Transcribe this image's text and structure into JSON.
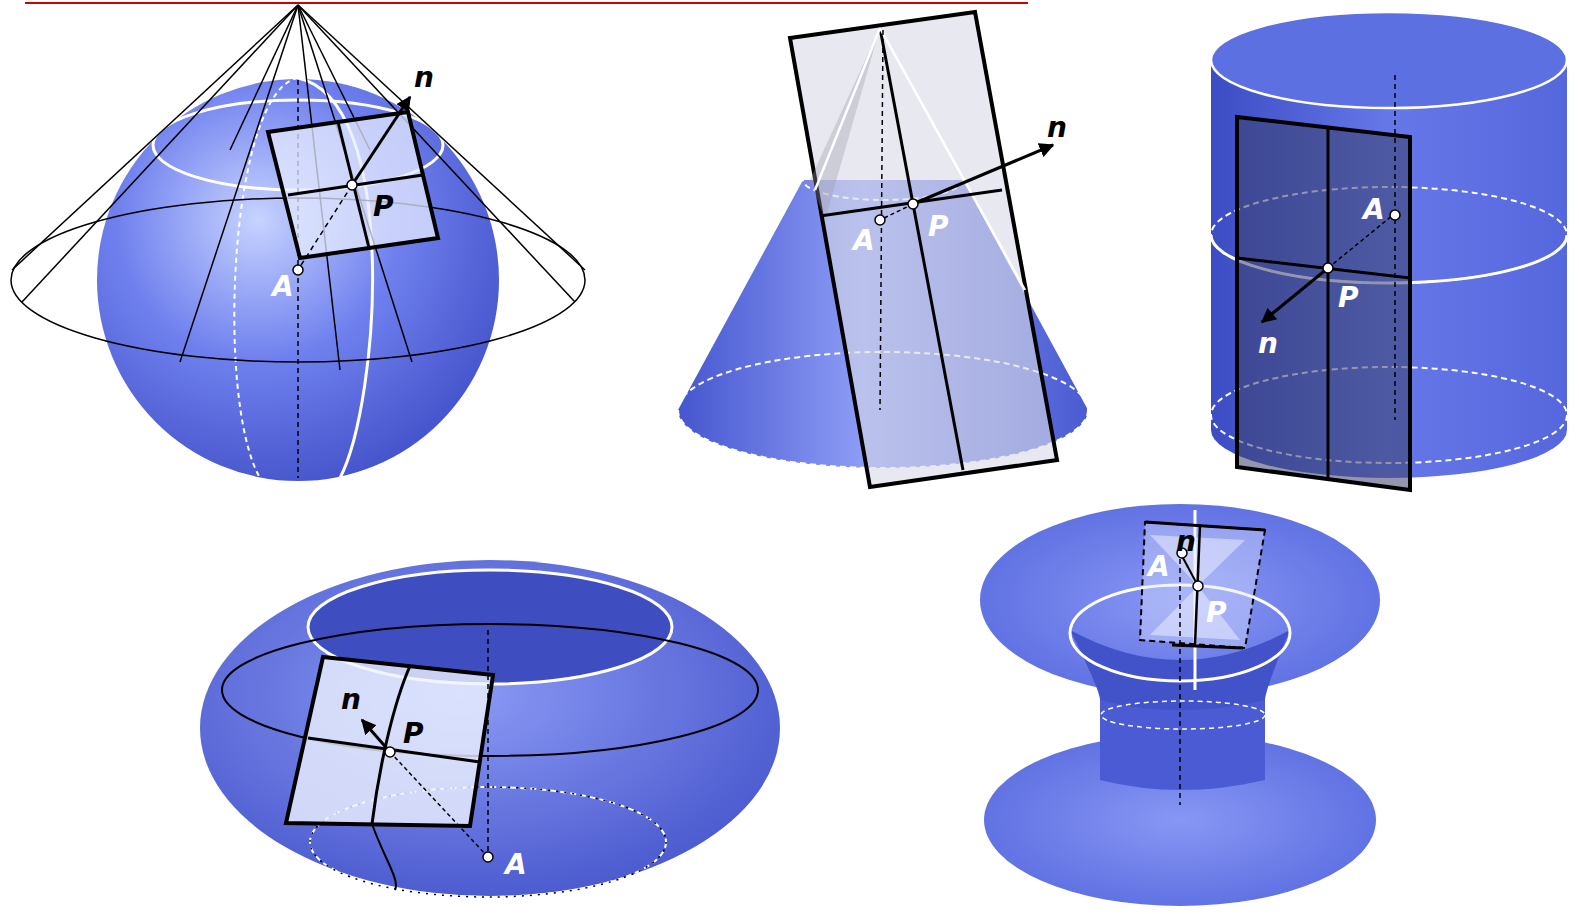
{
  "diagram": {
    "labels": [
      "n",
      "P",
      "A",
      "n",
      "A",
      "P",
      "A",
      "P",
      "n",
      "n",
      "P",
      "A",
      "n",
      "A",
      "P"
    ]
  }
}
